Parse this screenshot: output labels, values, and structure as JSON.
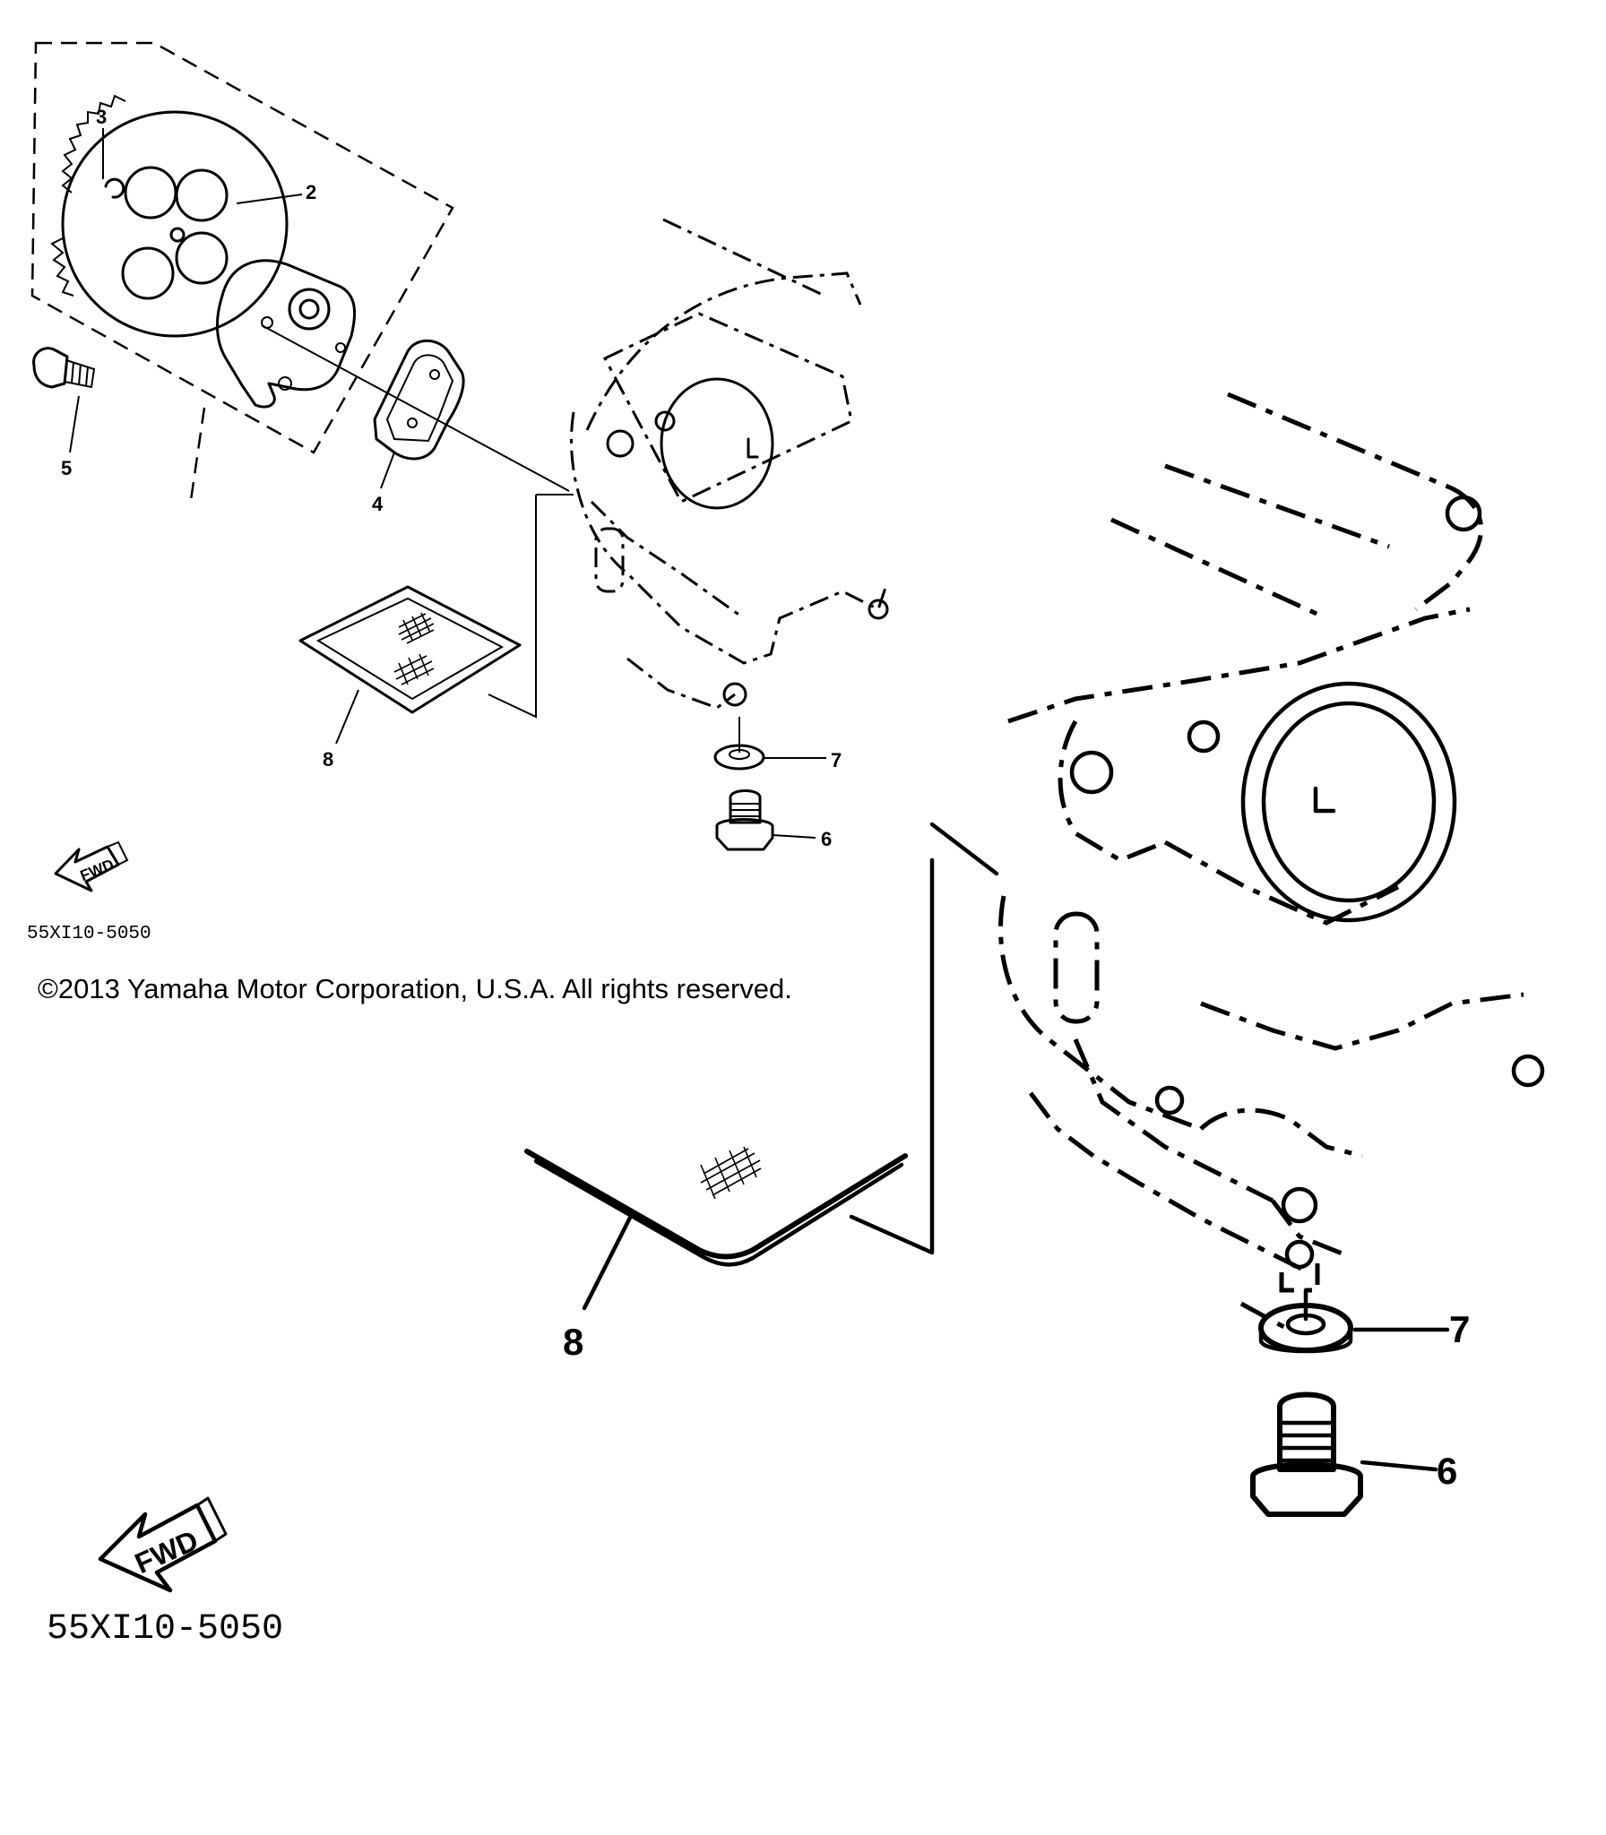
{
  "copyright": "©2013 Yamaha Motor Corporation, U.S.A. All rights reserved.",
  "part_code_small": "55XI10-5050",
  "part_code_large": "55XI10-5050",
  "fwd_small": "FWD",
  "fwd_large": "FWD",
  "callouts_small": {
    "c2": "2",
    "c3": "3",
    "c4": "4",
    "c5": "5",
    "c6": "6",
    "c7": "7",
    "c8": "8"
  },
  "callouts_large": {
    "c6": "6",
    "c7": "7",
    "c8": "8"
  }
}
